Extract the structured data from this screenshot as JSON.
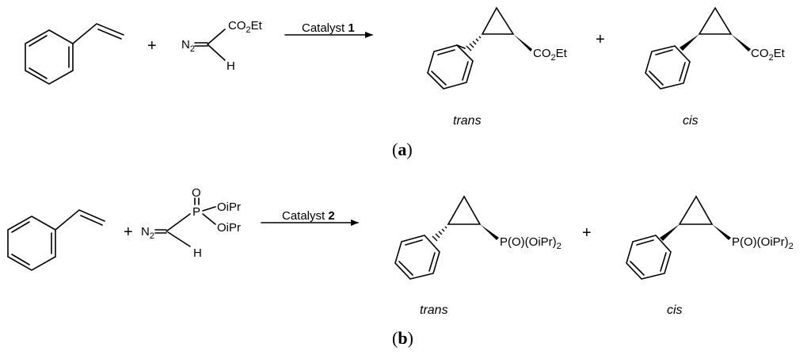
{
  "panels": [
    {
      "label": "(a)",
      "label_letter": "a",
      "reagent_left": "CO",
      "reagent_sub": "2",
      "reagent_right": "Et",
      "diazo": "N",
      "diazo_sub": "2",
      "hydrogen": "H",
      "plus": "+",
      "catalyst_text": "Catalyst ",
      "catalyst_num": "1",
      "product_group_left": "CO",
      "product_group_sub": "2",
      "product_group_right": "Et",
      "trans_label": "trans",
      "cis_label": "cis"
    },
    {
      "label": "(b)",
      "label_letter": "b",
      "phos_o": "O",
      "phos_p": "P",
      "oipr": "OiPr",
      "diazo": "N",
      "diazo_sub": "2",
      "hydrogen": "H",
      "plus": "+",
      "catalyst_text": "Catalyst ",
      "catalyst_num": "2",
      "product_group": "P(O)(OiPr)",
      "product_group_sub": "2",
      "trans_label": "trans",
      "cis_label": "cis"
    }
  ]
}
